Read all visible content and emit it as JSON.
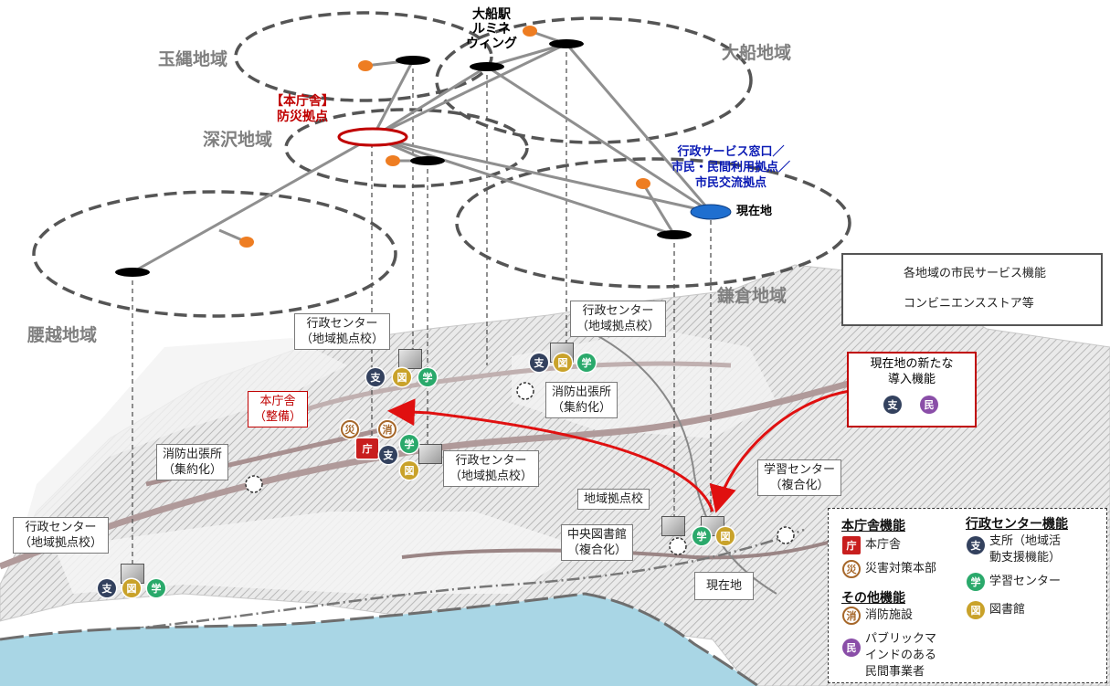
{
  "regions": {
    "tamanawa": "玉縄地域",
    "ofuna": "大船地域",
    "fukasawa": "深沢地域",
    "koshigoe": "腰越地域",
    "kamakura": "鎌倉地域"
  },
  "station": "大船駅\nルミネ\nウィング",
  "honchosha_label": "【本庁舎】\n防災拠点",
  "current_site_desc": "行政サービス窓口／\n市民・民間利用拠点／\n市民交流拠点",
  "current_site_label": "現在地",
  "callouts": {
    "gyosei1": "行政センター\n（地域拠点校）",
    "gyosei2": "行政センター\n（地域拠点校）",
    "gyosei3": "行政センター\n（地域拠点校）",
    "gyosei4": "行政センター\n（地域拠点校）",
    "honchosha": "本庁舎\n（整備）",
    "shobo1": "消防出張所\n（集約化）",
    "shobo2": "消防出張所\n（集約化）",
    "gakushu": "学習センター\n（複合化）",
    "chiiki": "地域拠点校",
    "chuo": "中央図書館\n（複合化）",
    "genzaichi": "現在地"
  },
  "new_functions": {
    "title": "現在地の新たな\n導入機能"
  },
  "badge_text": {
    "shi": "支",
    "to": "図",
    "gaku": "学",
    "cho": "庁",
    "sai": "災",
    "sho": "消",
    "min": "民"
  },
  "legend_top": {
    "service": "各地域の市民サービス機能",
    "convenience": "コンビニエンスストア等"
  },
  "legend_bottom": {
    "honchosha_h": "本庁舎機能",
    "honchosha": "本庁舎",
    "saigai": "災害対策本部",
    "other_h": "その他機能",
    "shobo": "消防施設",
    "public": "パブリックマ\nインドのある\n民間事業者",
    "gyosei_h": "行政センター機能",
    "shisho": "支所（地域活\n動支援機能）",
    "gakushu": "学習センター",
    "tosho": "図書館"
  },
  "colors": {
    "black_node": "#000000",
    "orange": "#ee7d22",
    "red": "#c00000",
    "blue": "#0a1ab4",
    "blue_node": "#1f6fd0",
    "dash_grey": "#555555",
    "sea": "#a9d6e5"
  }
}
